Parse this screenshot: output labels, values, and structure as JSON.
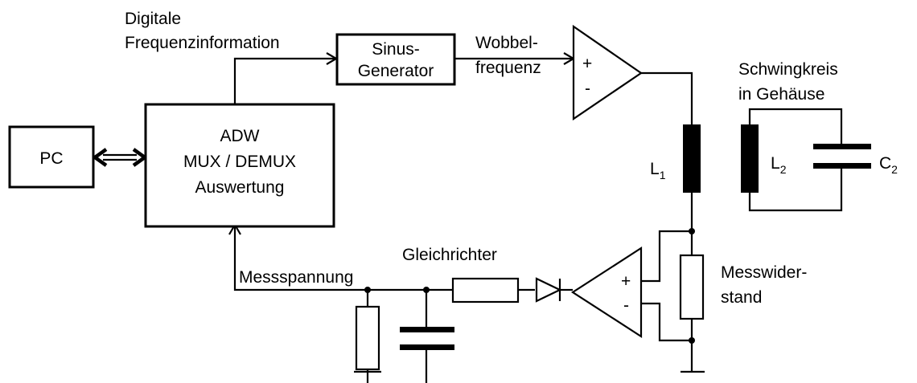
{
  "labels": {
    "digital_freq_line1": "Digitale",
    "digital_freq_line2": "Frequenzinformation",
    "sinus_line1": "Sinus-",
    "sinus_line2": "Generator",
    "wobbel_line1": "Wobbel-",
    "wobbel_line2": "frequenz",
    "schwingkreis_line1": "Schwingkreis",
    "schwingkreis_line2": "in Gehäuse",
    "pc": "PC",
    "adw_line1": "ADW",
    "adw_line2": "MUX / DEMUX",
    "adw_line3": "Auswertung",
    "l1": "L",
    "l1_sub": "1",
    "l2": "L",
    "l2_sub": "2",
    "c2": "C",
    "c2_sub": "2",
    "gleichrichter": "Gleichrichter",
    "messspannung": "Messspannung",
    "messwiderstand_line1": "Messwider-",
    "messwiderstand_line2": "stand",
    "opamp_top_plus": "+",
    "opamp_top_minus": "-",
    "opamp_bottom_plus": "+",
    "opamp_bottom_minus": "-"
  }
}
